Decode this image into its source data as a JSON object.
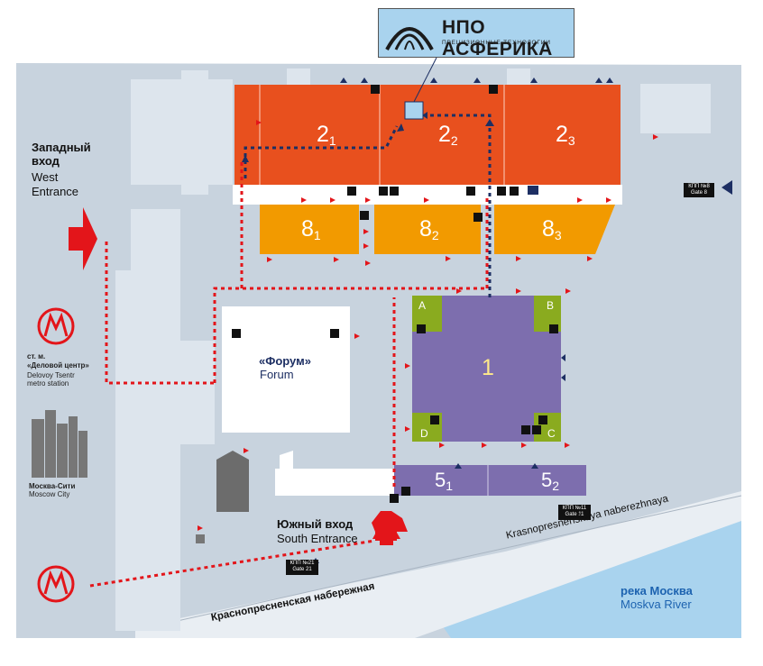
{
  "logo": {
    "title": "НПО АСФЕРИКА",
    "subtitle": "ПРЕЦИЗИОННЫЕ ТЕХНОЛОГИИ"
  },
  "halls": [
    {
      "base": "2",
      "sub": "1"
    },
    {
      "base": "2",
      "sub": "2"
    },
    {
      "base": "2",
      "sub": "3"
    },
    {
      "base": "8",
      "sub": "1"
    },
    {
      "base": "8",
      "sub": "2"
    },
    {
      "base": "8",
      "sub": "3"
    },
    {
      "base": "5",
      "sub": "1"
    },
    {
      "base": "5",
      "sub": "2"
    }
  ],
  "hall1": {
    "label": "1",
    "zones": [
      "A",
      "B",
      "C",
      "D"
    ]
  },
  "forum": {
    "title_ru": "«Форум»",
    "title_en": "Forum"
  },
  "entrances": {
    "west_ru": "Западный вход",
    "west_ru_1": "Западный",
    "west_ru_2": "вход",
    "west_en_1": "West",
    "west_en_2": "Entrance",
    "south_ru": "Южный вход",
    "south_en": "South Entrance"
  },
  "metro": {
    "station_ru_1": "ст. м.",
    "station_ru_2": "«Деловой центр»",
    "station_en_1": "Delovoy Tsentr",
    "station_en_2": "metro station",
    "city_ru": "Москва-Сити",
    "city_en": "Moscow City"
  },
  "gates": {
    "gate8_ru": "КПП №8",
    "gate8_en": "Gate 8",
    "gate11_ru": "КПП №11",
    "gate11_en": "Gate 11",
    "gate21_ru": "КПП №21",
    "gate21_en": "Gate 21"
  },
  "streets": {
    "embankment_en": "Krasnopresnenskaya naberezhnaya",
    "embankment_ru": "Краснопресненская набережная"
  },
  "river": {
    "ru": "река Москва",
    "en": "Moskva River"
  },
  "colors": {
    "hall2": "#e8501e",
    "hall8": "#f29a00",
    "hall1": "#7d6eae",
    "zone": "#8aab1f",
    "ground": "#c8d3de",
    "building": "#dde5ed",
    "water": "#a9d3ee",
    "route": "#e3151a",
    "navy": "#1d2f63"
  }
}
